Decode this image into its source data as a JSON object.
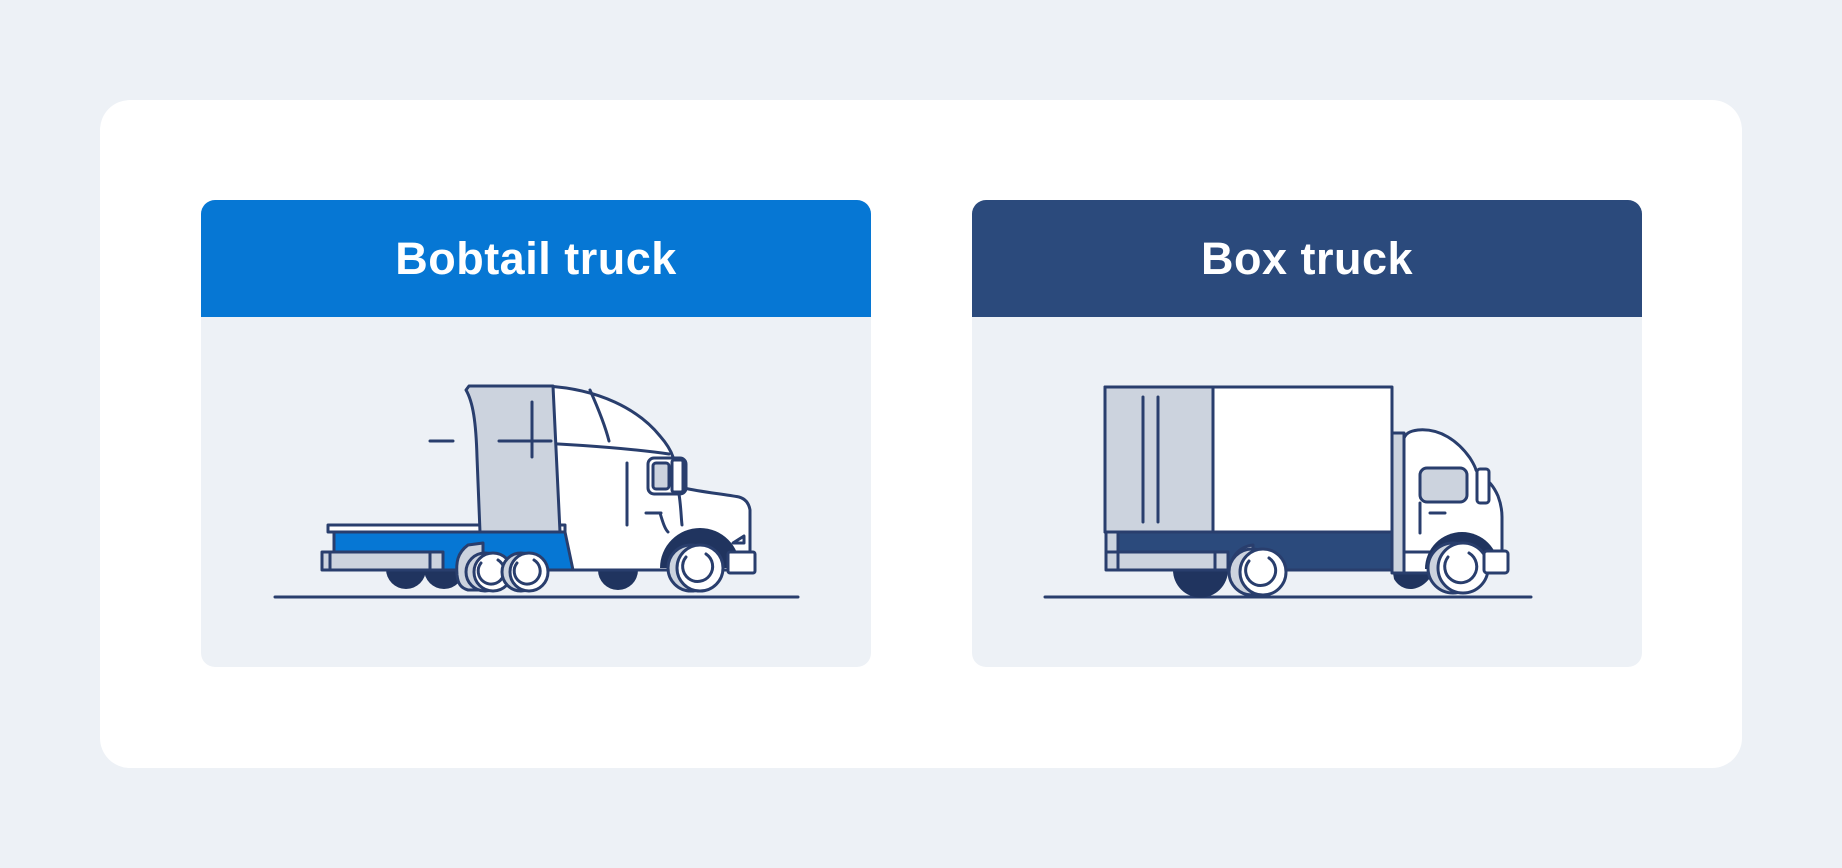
{
  "page": {
    "background_color": "#edf1f6",
    "card_background_color": "#ffffff",
    "panel_body_color": "#edf1f6"
  },
  "cards": [
    {
      "title": "Bobtail truck",
      "header_color": "#0677d4",
      "illustration": "bobtail-truck-illustration"
    },
    {
      "title": "Box truck",
      "header_color": "#2b4a7c",
      "illustration": "box-truck-illustration"
    }
  ],
  "illustration_colors": {
    "outline": "#293e6d",
    "dark_navy": "#20345f",
    "chassis_navy": "#2b4a7c",
    "accent_blue": "#0677d4",
    "light_gray": "#ccd3de",
    "white": "#ffffff"
  }
}
